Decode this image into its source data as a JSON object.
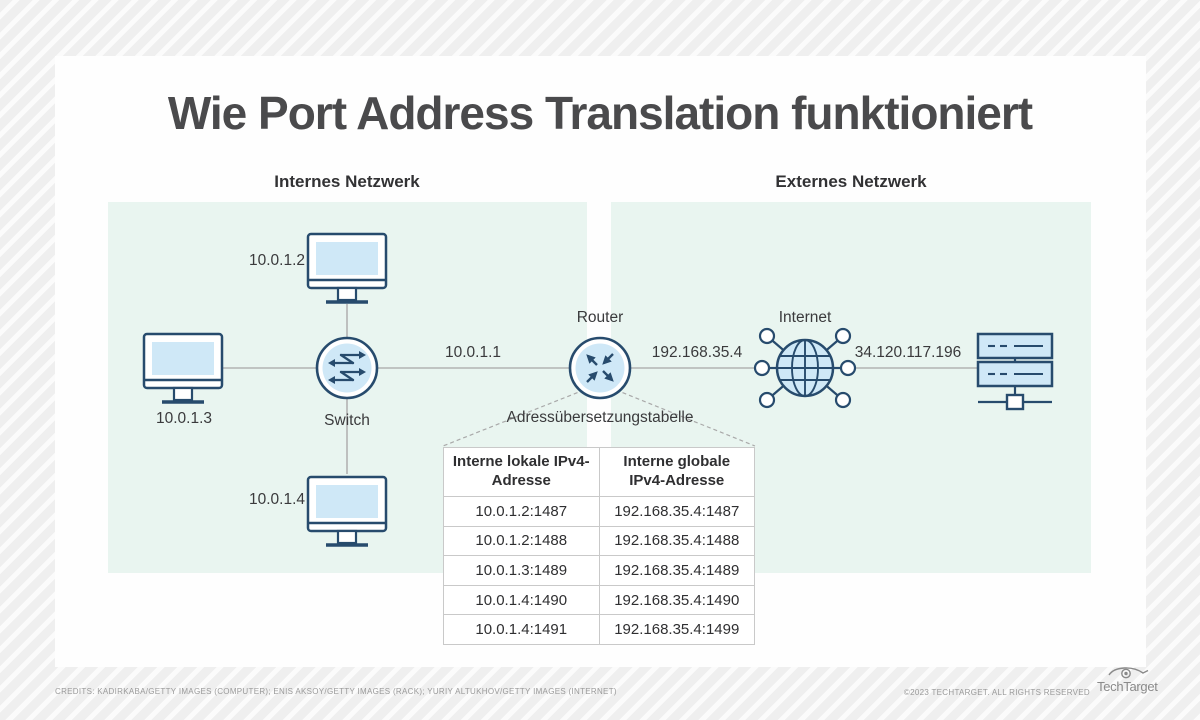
{
  "title": "Wie Port Address Translation funktioniert",
  "sections": {
    "internal": "Internes Netzwerk",
    "external": "Externes Netzwerk"
  },
  "nodes": {
    "pc_top_ip": "10.0.1.2",
    "pc_left_ip": "10.0.1.3",
    "pc_bottom_ip": "10.0.1.4",
    "switch_label": "Switch",
    "router_label": "Router",
    "internet_label": "Internet"
  },
  "links": {
    "switch_router_ip": "10.0.1.1",
    "router_internet_ip": "192.168.35.4",
    "internet_server_ip": "34.120.117.196"
  },
  "nat_table": {
    "label": "Adressübersetzungstabelle",
    "headers": [
      "Interne lokale IPv4-Adresse",
      "Interne globale IPv4-Adresse"
    ],
    "rows": [
      [
        "10.0.1.2:1487",
        "192.168.35.4:1487"
      ],
      [
        "10.0.1.2:1488",
        "192.168.35.4:1488"
      ],
      [
        "10.0.1.3:1489",
        "192.168.35.4:1489"
      ],
      [
        "10.0.1.4:1490",
        "192.168.35.4:1490"
      ],
      [
        "10.0.1.4:1491",
        "192.168.35.4:1499"
      ]
    ]
  },
  "footer": {
    "credits": "CREDITS: KADIRKABA/GETTY IMAGES (COMPUTER); ENIS AKSOY/GETTY IMAGES (RACK); YURIY ALTUKHOV/GETTY IMAGES (INTERNET)",
    "copyright": "©2023 TECHTARGET. ALL RIGHTS RESERVED",
    "logo_text": "TechTarget"
  },
  "colors": {
    "panel_green": "#e9f5f0",
    "icon_stroke": "#274b6d",
    "icon_fill": "#cfe8f7",
    "line_gray": "#b3b3b3",
    "table_border": "#c9c9c9",
    "title_gray": "#4a4a4c"
  }
}
